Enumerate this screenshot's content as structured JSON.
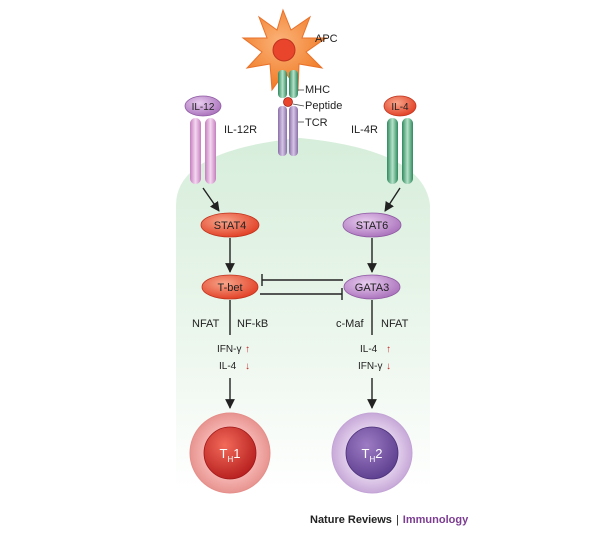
{
  "labels": {
    "apc": "APC",
    "mhc": "MHC",
    "peptide": "Peptide",
    "tcr": "TCR",
    "il12": "IL-12",
    "il12r": "IL-12R",
    "il4": "IL-4",
    "il4r": "IL-4R",
    "stat4": "STAT4",
    "stat6": "STAT6",
    "tbet": "T-bet",
    "gata3": "GATA3",
    "nfat_left": "NFAT",
    "nfkb": "NF-kB",
    "cmaf": "c-Maf",
    "nfat_right": "NFAT",
    "ifng_left": "IFN-γ",
    "il4_left": "IL-4",
    "il4_right": "IL-4",
    "ifng_right": "IFN-γ",
    "th1_main": "T",
    "th1_sub": "H",
    "th1_num": "1",
    "th2_main": "T",
    "th2_sub": "H",
    "th2_num": "2",
    "up_arrow": "↑",
    "down_arrow": "↓"
  },
  "footer": {
    "journal": "Nature Reviews",
    "separator": "|",
    "section": "Immunology"
  },
  "colors": {
    "cell_top": "#e2f2e4",
    "cell_bottom": "#ffffff",
    "apc": "#f4822d",
    "red_node": "#e8452c",
    "purple_node": "#b07cc0",
    "green_receptor": "#4aa77a",
    "pink_receptor": "#d99ad2",
    "arrow_red": "#c0282a",
    "footer_purple": "#7b3c91"
  }
}
